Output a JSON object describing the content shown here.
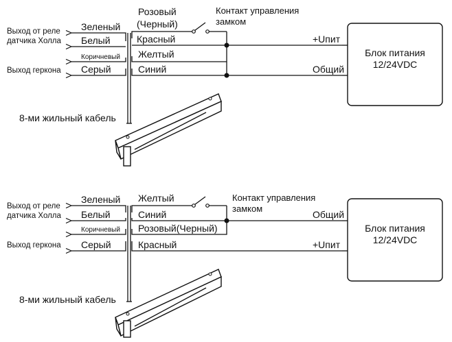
{
  "diagrams": [
    {
      "relay_out": [
        "Выход от реле",
        "датчика Холла"
      ],
      "reed_out": "Выход геркона",
      "left_wires": [
        "Зеленый",
        "Белый",
        "Коричневый",
        "Серый"
      ],
      "top_label": [
        "Розовый",
        "(Черный)"
      ],
      "right_wires": [
        "Красный",
        "Желтый",
        "Синий"
      ],
      "contact": [
        "Контакт управления",
        "замком"
      ],
      "psu_terminals": [
        "+Uпит",
        "Общий"
      ],
      "psu": [
        "Блок питания",
        "12/24VDC"
      ],
      "cable": "8-ми жильный кабель"
    },
    {
      "relay_out": [
        "Выход от реле",
        "датчика Холла"
      ],
      "reed_out": "Выход геркона",
      "left_wires": [
        "Зеленый",
        "Белый",
        "Коричневый",
        "Серый"
      ],
      "right_wires": [
        "Желтый",
        "Синий",
        "Розовый(Черный)",
        "Красный"
      ],
      "contact": [
        "Контакт управления",
        "замком"
      ],
      "psu_terminals": [
        "Общий",
        "+Uпит"
      ],
      "psu": [
        "Блок питания",
        "12/24VDC"
      ],
      "cable": "8-ми жильный кабель"
    }
  ]
}
